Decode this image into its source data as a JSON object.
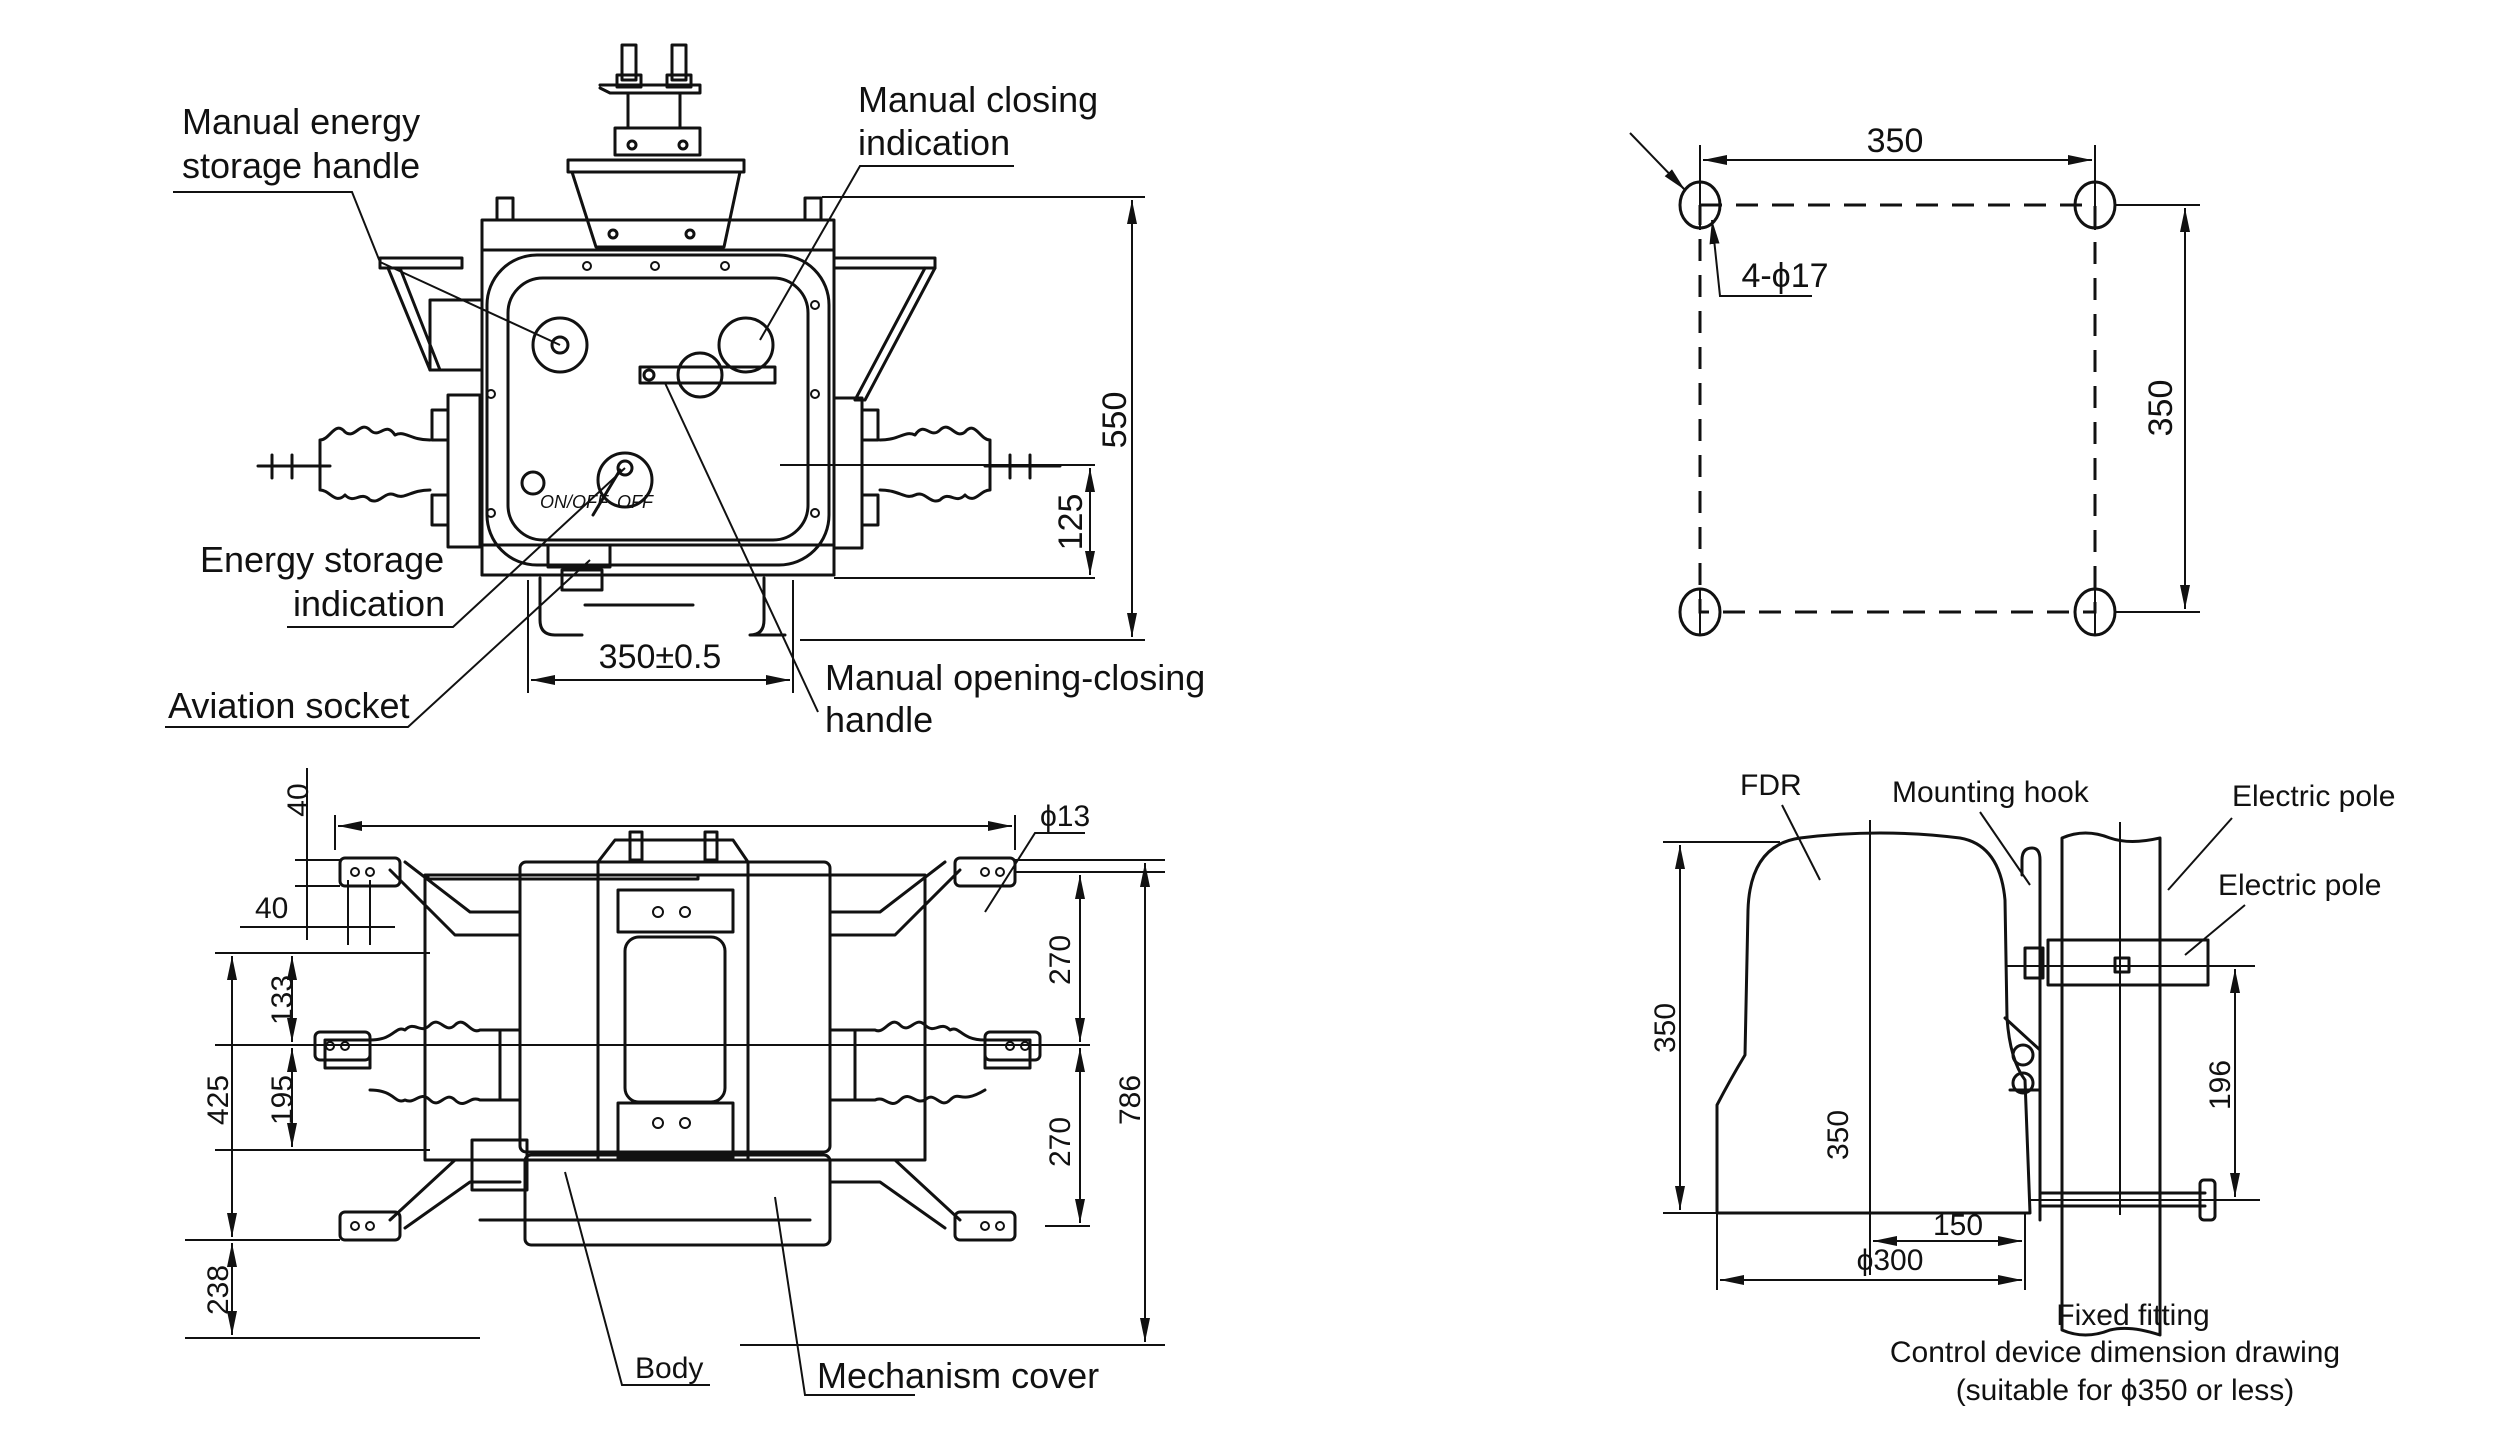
{
  "front_view": {
    "labels": {
      "manual_energy_storage_handle_1": "Manual energy",
      "manual_energy_storage_handle_2": "storage handle",
      "manual_closing_indication_1": "Manual closing",
      "manual_closing_indication_2": "indication",
      "energy_storage_indication_1": "Energy storage",
      "energy_storage_indication_2": "indication",
      "aviation_socket": "Aviation socket",
      "manual_opening_closing_handle_1": "Manual opening-closing",
      "manual_opening_closing_handle_2": "handle"
    },
    "panel_marks": [
      "ON/OFF",
      "OFF"
    ],
    "dimensions": {
      "height_total": "550",
      "terminal_height": "125",
      "mounting_width": "350±0.5"
    }
  },
  "mounting_holes_view": {
    "dimensions": {
      "width": "350",
      "height": "350",
      "holes": "4-ϕ17"
    }
  },
  "top_view": {
    "labels": {
      "body": "Body",
      "mechanism_cover": "Mechanism cover"
    },
    "dimensions": {
      "terminal_offset_v": "40",
      "terminal_offset_h": "40",
      "hole_dia": "ϕ13",
      "upper_to_mid": "133",
      "mid_to_lower": "195",
      "left_span": "425",
      "bottom_offset": "238",
      "right_upper": "270",
      "right_lower": "270",
      "overall": "786"
    }
  },
  "control_device_view": {
    "labels": {
      "fdr": "FDR",
      "mounting_hook": "Mounting hook",
      "electric_pole_1": "Electric pole",
      "electric_pole_2": "Electric pole",
      "fixed_fitting": "Fixed fitting"
    },
    "dimensions": {
      "height_outer": "350",
      "height_inner": "350",
      "half_width": "150",
      "diameter": "ϕ300",
      "bracket_spacing": "196"
    },
    "caption_1": "Control device dimension drawing",
    "caption_2": "(suitable for ϕ350 or less)"
  }
}
